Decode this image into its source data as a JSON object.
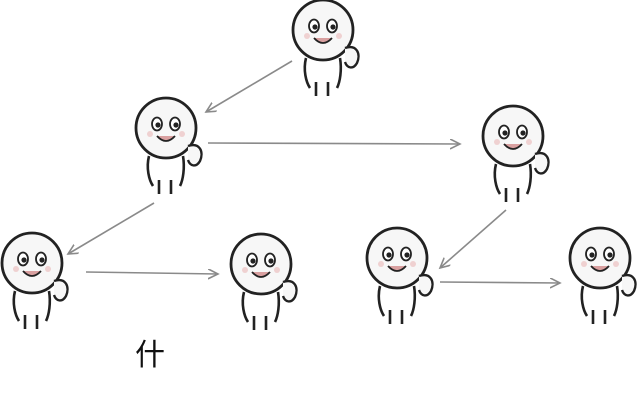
{
  "caption": "什",
  "figures": [
    "person",
    "person",
    "person",
    "person",
    "person",
    "person",
    "person"
  ],
  "colors": {
    "background": "#ffffff",
    "line": "#222222",
    "arrow": "#8a8a8a",
    "face_fill": "#f7f7f7"
  }
}
